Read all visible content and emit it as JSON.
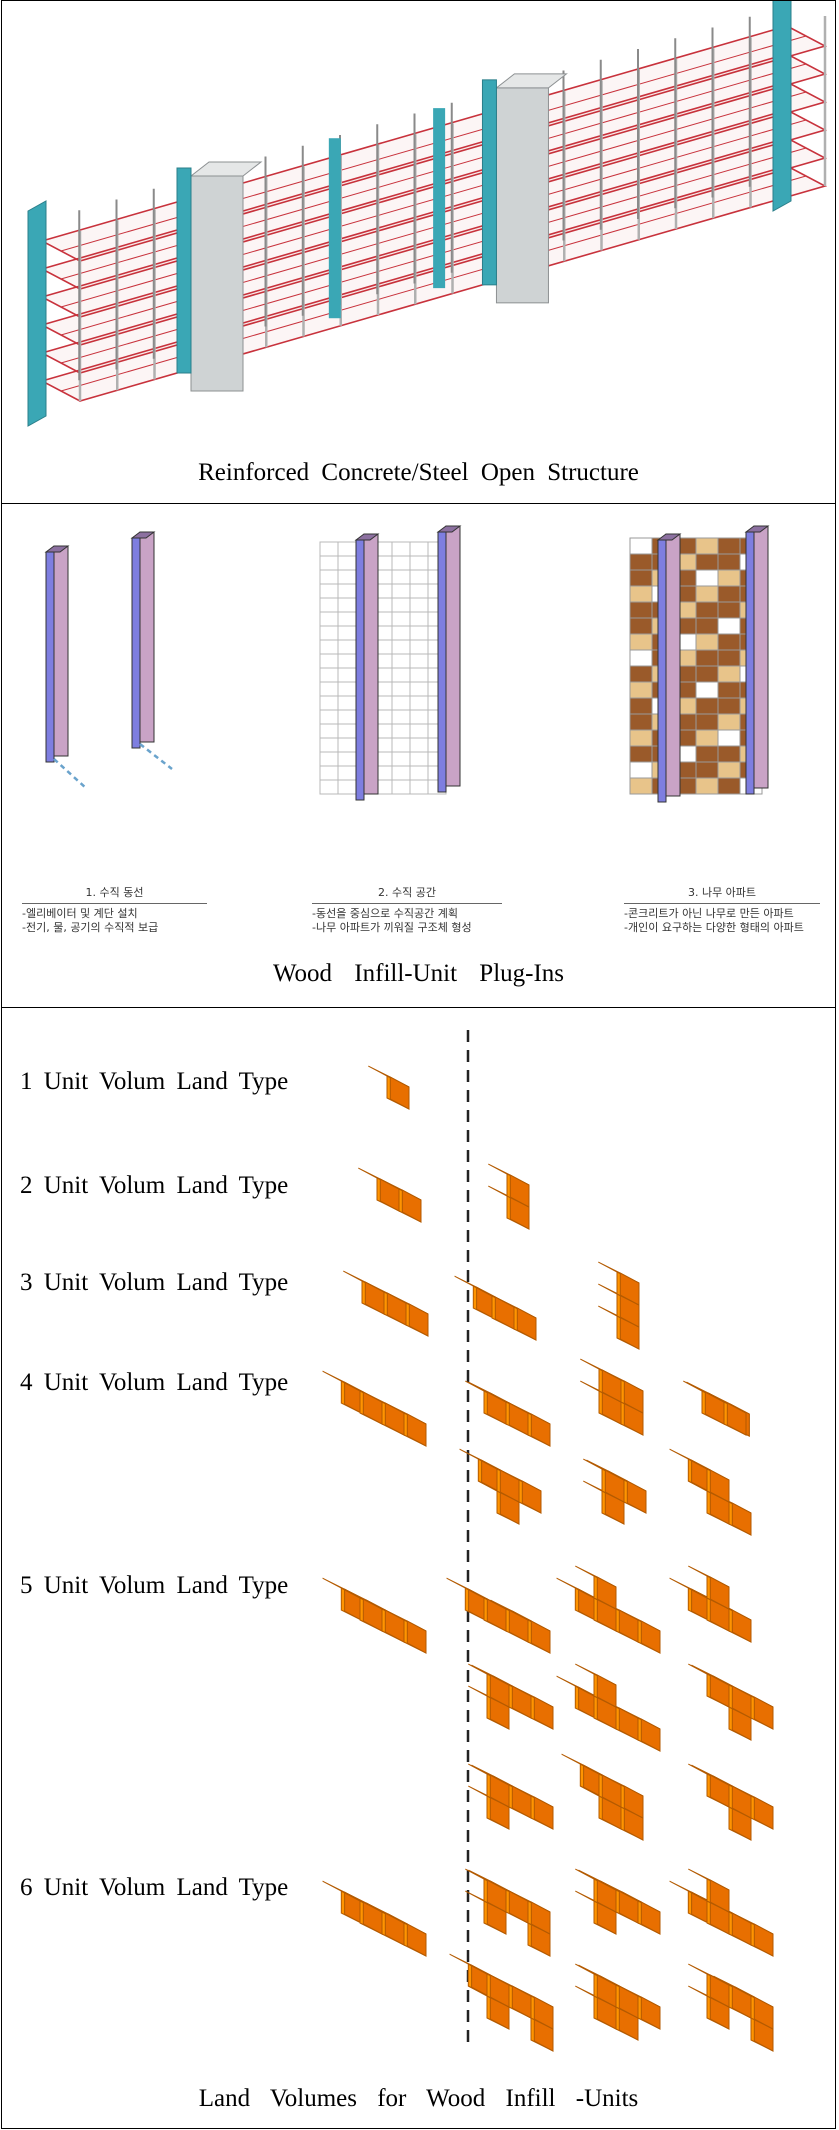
{
  "panel1": {
    "caption": "Reinforced Concrete/Steel Open Structure"
  },
  "panel2": {
    "caption": "Wood Infill-Unit Plug-Ins",
    "steps": [
      {
        "title": "1. 수직 동선",
        "line1": "-엘리베이터 및 계단 설치",
        "line2": "-전기, 물, 공기의 수직적 보급"
      },
      {
        "title": "2. 수직 공간",
        "line1": "-동선을 중심으로 수직공간 계획",
        "line2": "-나무 아파트가 끼워질 구조체 형성"
      },
      {
        "title": "3. 나무 아파트",
        "line1": "-콘크리트가 아닌 나무로 만든 아파트",
        "line2": "-개인이 요구하는 다양한 형태의 아파트"
      }
    ]
  },
  "panel3": {
    "caption": "Land Volumes for Wood Infill -Units",
    "rows": [
      "1 Unit Volum Land Type",
      "2 Unit Volum Land Type",
      "3 Unit Volum Land Type",
      "4 Unit Volum Land Type",
      "5 Unit Volum Land Type",
      "6 Unit Volum Land Type"
    ]
  },
  "colors": {
    "beam_red": "#c8323c",
    "core_teal": "#3aa7b5",
    "core_gray": "#cfd3d4",
    "tube_violet": "#c9a3c6",
    "tube_blue": "#7e7ee0",
    "block_orange": "#ff9a00",
    "wood_light": "#e8c48a",
    "wood_dark": "#9a5a2a"
  }
}
